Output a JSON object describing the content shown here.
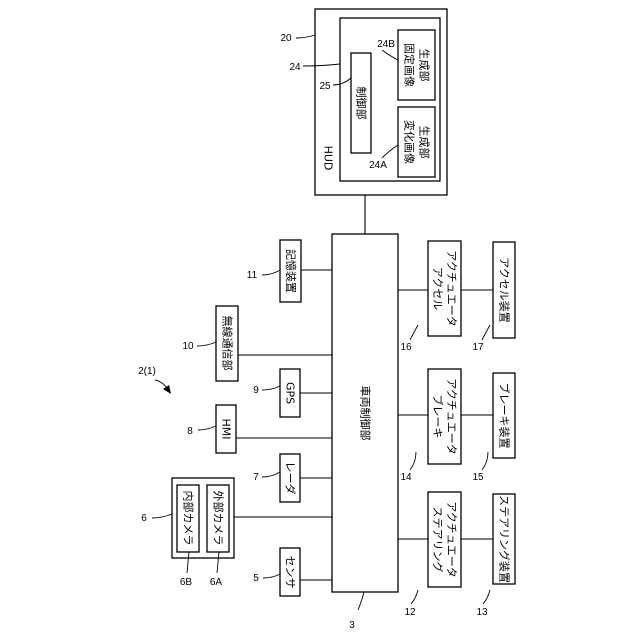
{
  "diagram": {
    "system_ref": "2(1)",
    "components": {
      "vehicle_controller": {
        "ref": "3",
        "label": "車両制御部"
      },
      "sensor": {
        "ref": "5",
        "label": "センサ"
      },
      "camera_unit": {
        "ref": "6"
      },
      "external_camera": {
        "ref": "6A",
        "label": "外部カメラ"
      },
      "internal_camera": {
        "ref": "6B",
        "label": "内部カメラ"
      },
      "radar": {
        "ref": "7",
        "label": "レーダ"
      },
      "hmi": {
        "ref": "8",
        "label": "HMI"
      },
      "gps": {
        "ref": "9",
        "label": "GPS"
      },
      "wireless": {
        "ref": "10",
        "label": "無線通信部"
      },
      "storage": {
        "ref": "11",
        "label": "記憶装置"
      },
      "steering_actuator": {
        "ref": "12",
        "line1": "ステアリング",
        "line2": "アクチュエータ"
      },
      "steering_device": {
        "ref": "13",
        "label": "ステアリング装置"
      },
      "brake_actuator": {
        "ref": "14",
        "line1": "ブレーキ",
        "line2": "アクチュエータ"
      },
      "brake_device": {
        "ref": "15",
        "label": "ブレーキ装置"
      },
      "accel_actuator": {
        "ref": "16",
        "line1": "アクセル",
        "line2": "アクチュエータ"
      },
      "accel_device": {
        "ref": "17",
        "label": "アクセル装置"
      },
      "hud": {
        "ref": "20",
        "label": "HUD"
      },
      "hud_inner": {
        "ref": "24"
      },
      "variable_image": {
        "ref": "24A",
        "line1": "変化画像",
        "line2": "生成部"
      },
      "fixed_image": {
        "ref": "24B",
        "line1": "固定画像",
        "line2": "生成部"
      },
      "hud_controller": {
        "ref": "25",
        "label": "制御部"
      }
    }
  }
}
